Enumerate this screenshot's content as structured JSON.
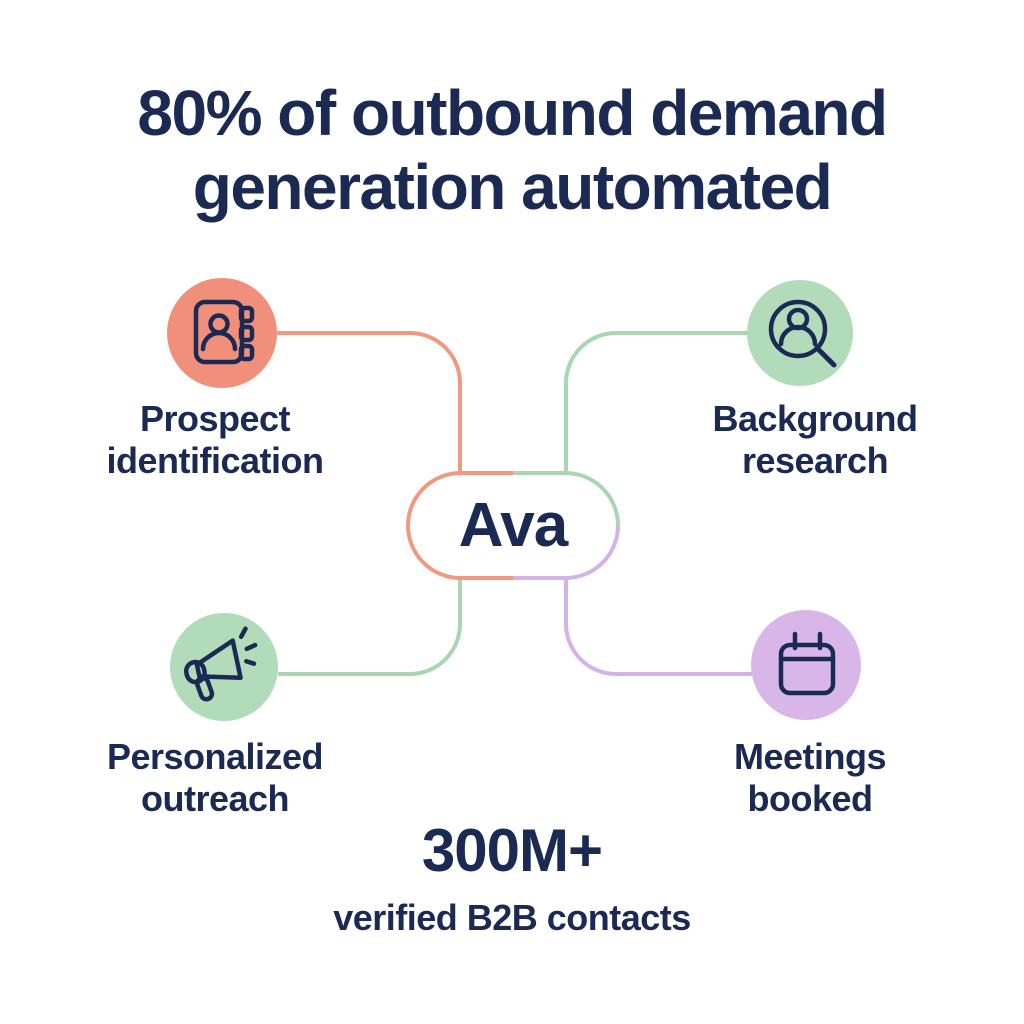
{
  "title": {
    "line1": "80% of outbound demand",
    "line2": "generation automated"
  },
  "center_node": {
    "label": "Ava"
  },
  "nodes": {
    "prospect": {
      "line1": "Prospect",
      "line2": "identification",
      "icon": "address-book-icon"
    },
    "research": {
      "line1": "Background",
      "line2": "research",
      "icon": "person-search-icon"
    },
    "outreach": {
      "line1": "Personalized",
      "line2": "outreach",
      "icon": "megaphone-icon"
    },
    "meetings": {
      "line1": "Meetings",
      "line2": "booked",
      "icon": "calendar-icon"
    }
  },
  "footer": {
    "stat": "300M+",
    "caption": "verified B2B contacts"
  },
  "colors": {
    "navy": "#1B2A53",
    "coral_fill": "#F0907A",
    "coral_line": "#F0997F",
    "green_fill": "#B2DBB9",
    "green_line": "#A9D5B1",
    "purple_fill": "#D9B6E8",
    "purple_line": "#D3B2E5"
  }
}
